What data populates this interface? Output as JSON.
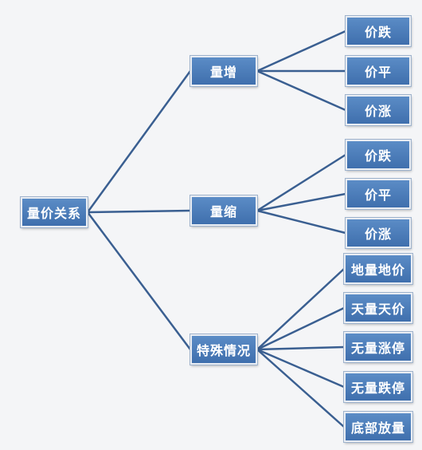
{
  "diagram": {
    "root": "量价关系",
    "branches": [
      {
        "label": "量增",
        "children": [
          "价跌",
          "价平",
          "价涨"
        ]
      },
      {
        "label": "量缩",
        "children": [
          "价跌",
          "价平",
          "价涨"
        ]
      },
      {
        "label": "特殊情况",
        "children": [
          "地量地价",
          "天量天价",
          "无量涨停",
          "无量跌停",
          "底部放量"
        ]
      }
    ]
  },
  "colors": {
    "node_fill": "#4a7cbd",
    "line": "#3a5f91",
    "background": "#f4f5f7"
  }
}
